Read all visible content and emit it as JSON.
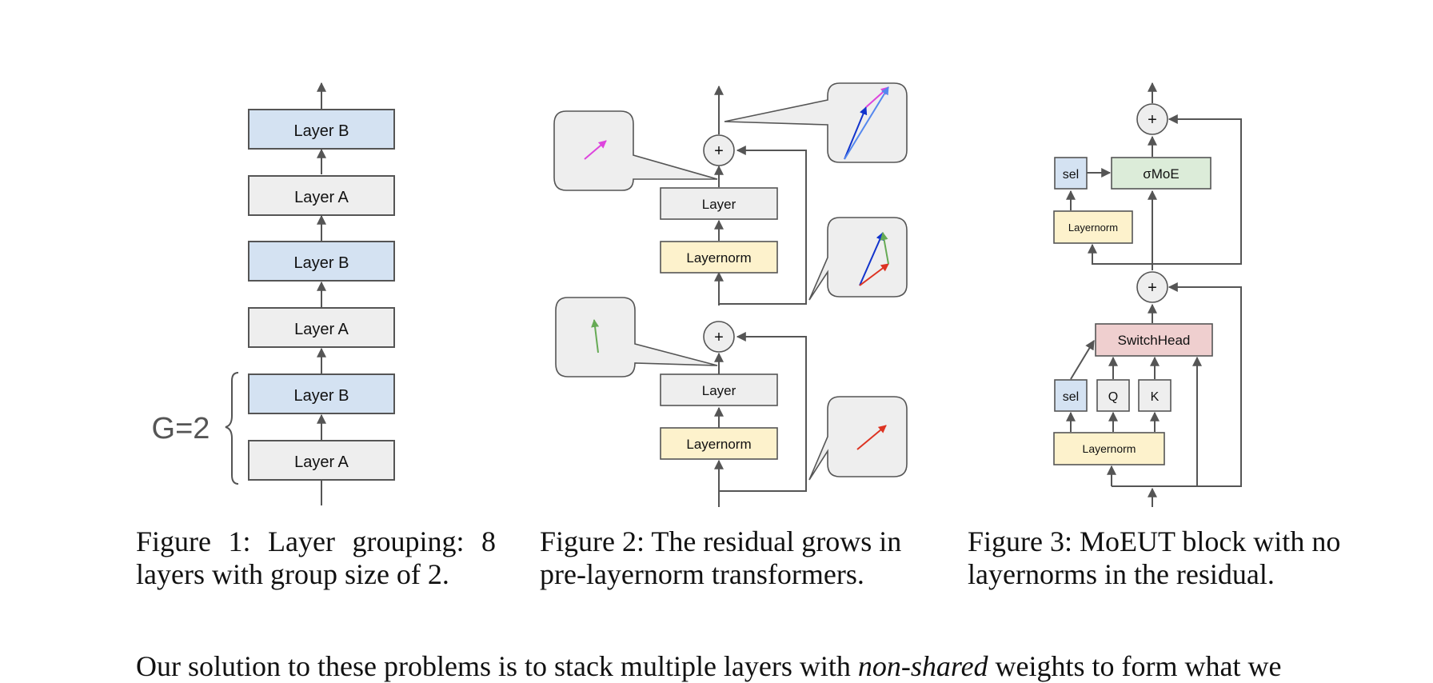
{
  "fig1": {
    "layers": [
      "Layer B",
      "Layer A",
      "Layer B",
      "Layer A",
      "Layer B",
      "Layer A"
    ],
    "group_label": "G=2",
    "caption": "Figure 1:  Layer grouping:  8 layers with group size of 2."
  },
  "fig2": {
    "plus": "+",
    "layer_label": "Layer",
    "layernorm_label": "Layernorm",
    "caption": "Figure 2: The residual grows in pre-layernorm transformers."
  },
  "fig3": {
    "plus": "+",
    "sel": "sel",
    "moe": "σMoE",
    "layernorm": "Layernorm",
    "switchhead": "SwitchHead",
    "q": "Q",
    "k": "K",
    "caption": "Figure 3: MoEUT block with no layernorms in the residual."
  },
  "body": {
    "text_before": "Our solution to these problems is to stack multiple layers with ",
    "text_emph": "non-shared",
    "text_after": " weights to form what we"
  },
  "colors": {
    "layer_a": "#eeeeee",
    "layer_b": "#d4e2f2",
    "layernorm": "#fdf2cc",
    "moe": "#dcecd9",
    "switchhead": "#efcfcf",
    "arrow_magenta": "#dd44dd",
    "arrow_blue": "#1133cc",
    "arrow_lightblue": "#5588ee",
    "arrow_red": "#dd3322",
    "arrow_green": "#66aa55"
  }
}
